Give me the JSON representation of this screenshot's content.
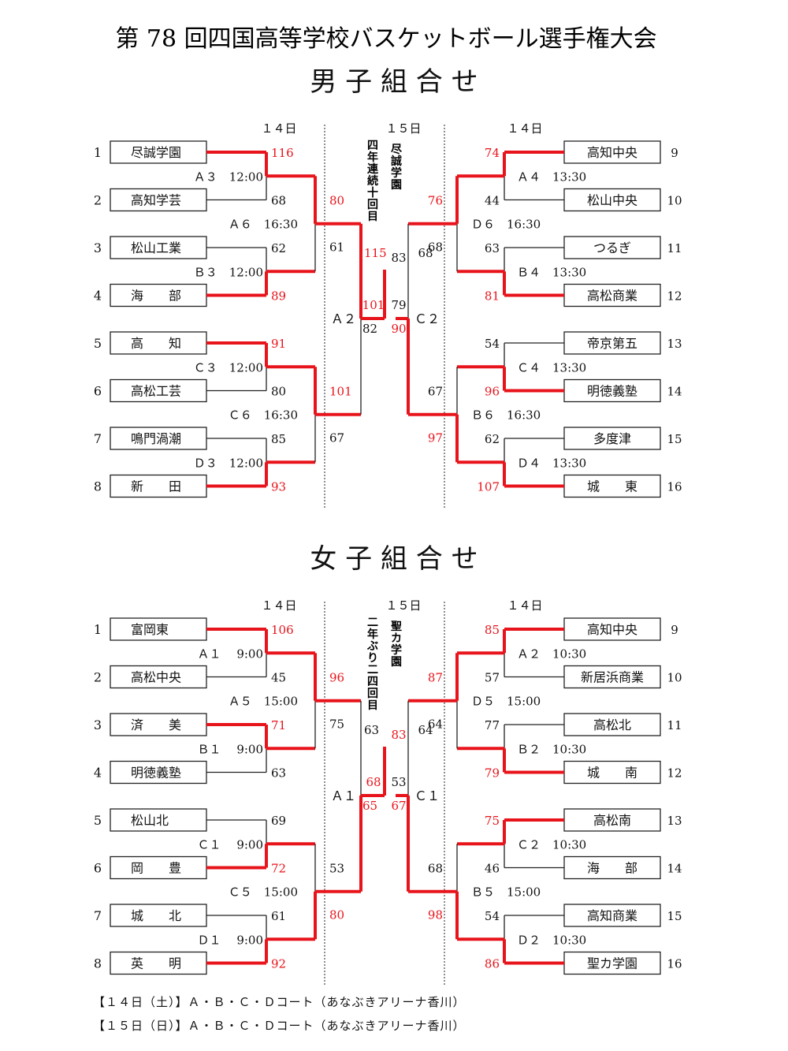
{
  "title": "第 78 回四国高等学校バスケットボール選手権大会",
  "brackets": [
    {
      "key": "boys",
      "heading": "男 子 組 合 せ",
      "day_left": "１４日",
      "day_center": "１５日",
      "day_right": "１４日",
      "champion": "尽誠学園",
      "champion_note": "四年連続十回目",
      "left_teams": [
        {
          "seed": "1",
          "name": "尽誠学園"
        },
        {
          "seed": "2",
          "name": "高知学芸"
        },
        {
          "seed": "3",
          "name": "松山工業"
        },
        {
          "seed": "4",
          "name": "海　　部"
        },
        {
          "seed": "5",
          "name": "高　　知"
        },
        {
          "seed": "6",
          "name": "高松工芸"
        },
        {
          "seed": "7",
          "name": "鳴門渦潮"
        },
        {
          "seed": "8",
          "name": "新　　田"
        }
      ],
      "right_teams": [
        {
          "seed": "9",
          "name": "高知中央"
        },
        {
          "seed": "10",
          "name": "松山中央"
        },
        {
          "seed": "11",
          "name": "つるぎ"
        },
        {
          "seed": "12",
          "name": "高松商業"
        },
        {
          "seed": "13",
          "name": "帝京第五"
        },
        {
          "seed": "14",
          "name": "明徳義塾"
        },
        {
          "seed": "15",
          "name": "多度津"
        },
        {
          "seed": "16",
          "name": "城　　東"
        }
      ],
      "r1_left": [
        {
          "label": "Ａ３　12:00",
          "top": "116",
          "bottom": "68",
          "winner": "top"
        },
        {
          "label": "Ｂ３　12:00",
          "top": "62",
          "bottom": "89",
          "winner": "bottom"
        },
        {
          "label": "Ｃ３　12:00",
          "top": "91",
          "bottom": "80",
          "winner": "top"
        },
        {
          "label": "Ｄ３　12:00",
          "top": "85",
          "bottom": "93",
          "winner": "bottom"
        }
      ],
      "r1_right": [
        {
          "label": "Ａ４　13:30",
          "top": "74",
          "bottom": "44",
          "winner": "top"
        },
        {
          "label": "Ｂ４　13:30",
          "top": "63",
          "bottom": "81",
          "winner": "bottom"
        },
        {
          "label": "Ｃ４　13:30",
          "top": "54",
          "bottom": "96",
          "winner": "bottom"
        },
        {
          "label": "Ｄ４　13:30",
          "top": "62",
          "bottom": "107",
          "winner": "bottom"
        }
      ],
      "r2_left": [
        {
          "label": "Ａ６　16:30",
          "top": "80",
          "bottom": "61",
          "winner": "top"
        },
        {
          "label": "Ｃ６　16:30",
          "top": "101",
          "bottom": "67",
          "winner": "top"
        }
      ],
      "r2_right": [
        {
          "label": "Ｄ６　16:30",
          "top": "76",
          "bottom": "68",
          "winner": "top"
        },
        {
          "label": "Ｂ６　16:30",
          "top": "67",
          "bottom": "97",
          "winner": "bottom"
        }
      ],
      "sf_left": {
        "label": "Ａ２",
        "top": "115",
        "bottom": "82",
        "winner": "top"
      },
      "sf_right": {
        "label": "Ｃ２",
        "top": "68",
        "bottom": "90",
        "winner": "bottom"
      },
      "final": {
        "left_score": "101",
        "right_score": "79",
        "left_secondary": "83",
        "winner": "left"
      }
    },
    {
      "key": "girls",
      "heading": "女 子 組 合 せ",
      "day_left": "１４日",
      "day_center": "１５日",
      "day_right": "１４日",
      "champion": "聖カ学園",
      "champion_note": "二年ぶり二四回目",
      "left_teams": [
        {
          "seed": "1",
          "name": "富岡東"
        },
        {
          "seed": "2",
          "name": "高松中央"
        },
        {
          "seed": "3",
          "name": "済　　美"
        },
        {
          "seed": "4",
          "name": "明徳義塾"
        },
        {
          "seed": "5",
          "name": "松山北"
        },
        {
          "seed": "6",
          "name": "岡　　豊"
        },
        {
          "seed": "7",
          "name": "城　　北"
        },
        {
          "seed": "8",
          "name": "英　　明"
        }
      ],
      "right_teams": [
        {
          "seed": "9",
          "name": "高知中央"
        },
        {
          "seed": "10",
          "name": "新居浜商業"
        },
        {
          "seed": "11",
          "name": "高松北"
        },
        {
          "seed": "12",
          "name": "城　　南"
        },
        {
          "seed": "13",
          "name": "高松南"
        },
        {
          "seed": "14",
          "name": "海　　部"
        },
        {
          "seed": "15",
          "name": "高知商業"
        },
        {
          "seed": "16",
          "name": "聖カ学園"
        }
      ],
      "r1_left": [
        {
          "label": "Ａ１　 9:00",
          "top": "106",
          "bottom": "45",
          "winner": "top"
        },
        {
          "label": "Ｂ１　 9:00",
          "top": "71",
          "bottom": "63",
          "winner": "top"
        },
        {
          "label": "Ｃ１　 9:00",
          "top": "69",
          "bottom": "72",
          "winner": "bottom"
        },
        {
          "label": "Ｄ１　 9:00",
          "top": "61",
          "bottom": "92",
          "winner": "bottom"
        }
      ],
      "r1_right": [
        {
          "label": "Ａ２　10:30",
          "top": "85",
          "bottom": "57",
          "winner": "top"
        },
        {
          "label": "Ｂ２　10:30",
          "top": "77",
          "bottom": "79",
          "winner": "bottom"
        },
        {
          "label": "Ｃ２　10:30",
          "top": "75",
          "bottom": "46",
          "winner": "top"
        },
        {
          "label": "Ｄ２　10:30",
          "top": "54",
          "bottom": "86",
          "winner": "bottom"
        }
      ],
      "r2_left": [
        {
          "label": "Ａ５　15:00",
          "top": "96",
          "bottom": "75",
          "winner": "top"
        },
        {
          "label": "Ｃ５　15:00",
          "top": "53",
          "bottom": "80",
          "winner": "bottom"
        }
      ],
      "r2_right": [
        {
          "label": "Ｄ５　15:00",
          "top": "87",
          "bottom": "64",
          "winner": "top"
        },
        {
          "label": "Ｂ５　15:00",
          "top": "68",
          "bottom": "98",
          "winner": "bottom"
        }
      ],
      "sf_left": {
        "label": "Ａ１",
        "top": "63",
        "bottom": "65",
        "winner": "bottom"
      },
      "sf_right": {
        "label": "Ｃ１",
        "top": "64",
        "bottom": "67",
        "winner": "bottom"
      },
      "final": {
        "left_score": "68",
        "right_score": "53",
        "left_secondary": "83",
        "winner": "left"
      }
    }
  ],
  "footer": [
    "【１４日（土）】Ａ・Ｂ・Ｃ・Ｄコート（あなぶきアリーナ香川）",
    "【１５日（日）】Ａ・Ｂ・Ｃ・Ｄコート（あなぶきアリーナ香川）"
  ],
  "colors": {
    "winner_line": "#e8141b",
    "line": "#222222",
    "winner_score": "#e8141b"
  }
}
